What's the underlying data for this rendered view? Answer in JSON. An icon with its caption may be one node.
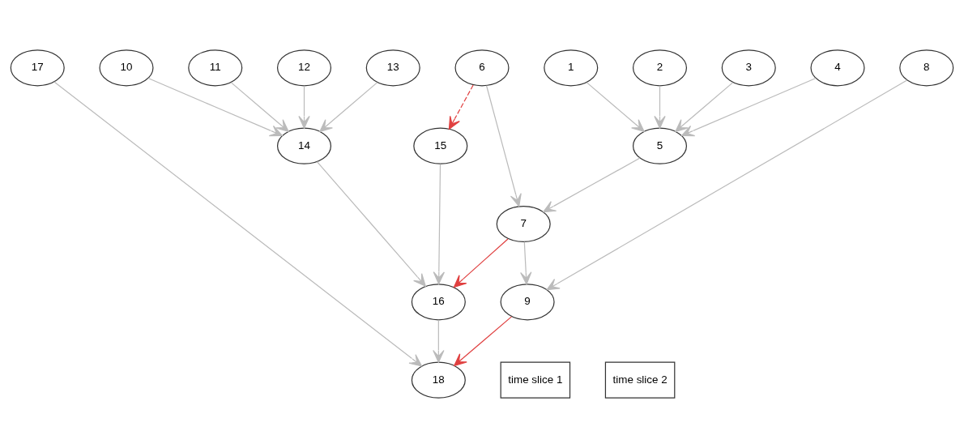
{
  "diagram": {
    "nodes": [
      {
        "text": [
          "1"
        ]
      },
      {
        "text": [
          "2"
        ]
      },
      {
        "text": [
          "3"
        ]
      },
      {
        "text": [
          "4"
        ]
      },
      {
        "text": [
          "6"
        ]
      },
      {
        "text": [
          "8"
        ]
      },
      {
        "text": [
          "10"
        ]
      },
      {
        "text": [
          "11"
        ]
      },
      {
        "text": [
          "12"
        ]
      },
      {
        "text": [
          "13"
        ]
      },
      {
        "text": [
          "17"
        ]
      },
      {
        "text": [
          "5"
        ]
      },
      {
        "text": [
          "14"
        ]
      },
      {
        "text": [
          "15"
        ]
      },
      {
        "text": [
          "7"
        ]
      },
      {
        "text": [
          "9"
        ]
      },
      {
        "text": [
          "16"
        ]
      },
      {
        "text": [
          "time slice 1"
        ]
      },
      {
        "text": [
          "18"
        ]
      },
      {
        "text": [
          "time slice 2"
        ]
      }
    ],
    "edges": [
      {
        "from": 0,
        "to": 11,
        "arrow": "to"
      },
      {
        "from": 1,
        "to": 11,
        "arrow": "to"
      },
      {
        "from": 2,
        "to": 11,
        "arrow": "to"
      },
      {
        "from": 3,
        "to": 11,
        "arrow": "to"
      },
      {
        "from": 4,
        "to": 13,
        "arrow": "to",
        "style": "dashed",
        "color": "#e04040"
      },
      {
        "from": 4,
        "to": 14,
        "arrow": "to"
      },
      {
        "from": 5,
        "to": 15,
        "arrow": "to"
      },
      {
        "from": 6,
        "to": 12,
        "arrow": "to"
      },
      {
        "from": 7,
        "to": 12,
        "arrow": "to"
      },
      {
        "from": 8,
        "to": 12,
        "arrow": "to"
      },
      {
        "from": 9,
        "to": 12,
        "arrow": "to"
      },
      {
        "from": 10,
        "to": 18,
        "arrow": "to"
      },
      {
        "from": 11,
        "to": 14,
        "arrow": "to"
      },
      {
        "from": 12,
        "to": 16,
        "arrow": "to"
      },
      {
        "from": 13,
        "to": 16,
        "arrow": "to"
      },
      {
        "from": 14,
        "to": 15,
        "arrow": "to"
      },
      {
        "from": 14,
        "to": 16,
        "arrow": "to",
        "color": "#e04040"
      },
      {
        "from": 15,
        "to": 18,
        "arrow": "to",
        "color": "#e04040"
      },
      {
        "from": 16,
        "to": 18,
        "arrow": "to"
      }
    ]
  }
}
